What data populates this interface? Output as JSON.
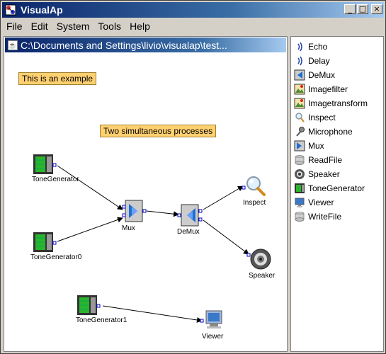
{
  "window": {
    "title": "VisualAp"
  },
  "menu": [
    "File",
    "Edit",
    "System",
    "Tools",
    "Help"
  ],
  "frame": {
    "title": "C:\\Documents and Settings\\livio\\visualap\\test..."
  },
  "notes": {
    "example": "This is an example",
    "processes": "Two simultaneous processes"
  },
  "nodes": {
    "tone1": "ToneGenerator",
    "tone0": "ToneGenerator0",
    "tone2": "ToneGenerator1",
    "mux": "Mux",
    "demux": "DeMux",
    "inspect": "Inspect",
    "speaker": "Speaker",
    "viewer": "Viewer"
  },
  "palette": [
    {
      "label": "Echo",
      "icon": "sound-icon"
    },
    {
      "label": "Delay",
      "icon": "sound-icon"
    },
    {
      "label": "DeMux",
      "icon": "demux-icon"
    },
    {
      "label": "Imagefilter",
      "icon": "image-icon"
    },
    {
      "label": "Imagetransform",
      "icon": "image-icon"
    },
    {
      "label": "Inspect",
      "icon": "magnifier-icon"
    },
    {
      "label": "Microphone",
      "icon": "microphone-icon"
    },
    {
      "label": "Mux",
      "icon": "mux-icon"
    },
    {
      "label": "ReadFile",
      "icon": "disk-icon"
    },
    {
      "label": "Speaker",
      "icon": "speaker-icon"
    },
    {
      "label": "ToneGenerator",
      "icon": "tone-generator-icon"
    },
    {
      "label": "Viewer",
      "icon": "monitor-icon"
    },
    {
      "label": "WriteFile",
      "icon": "disk-icon"
    }
  ]
}
